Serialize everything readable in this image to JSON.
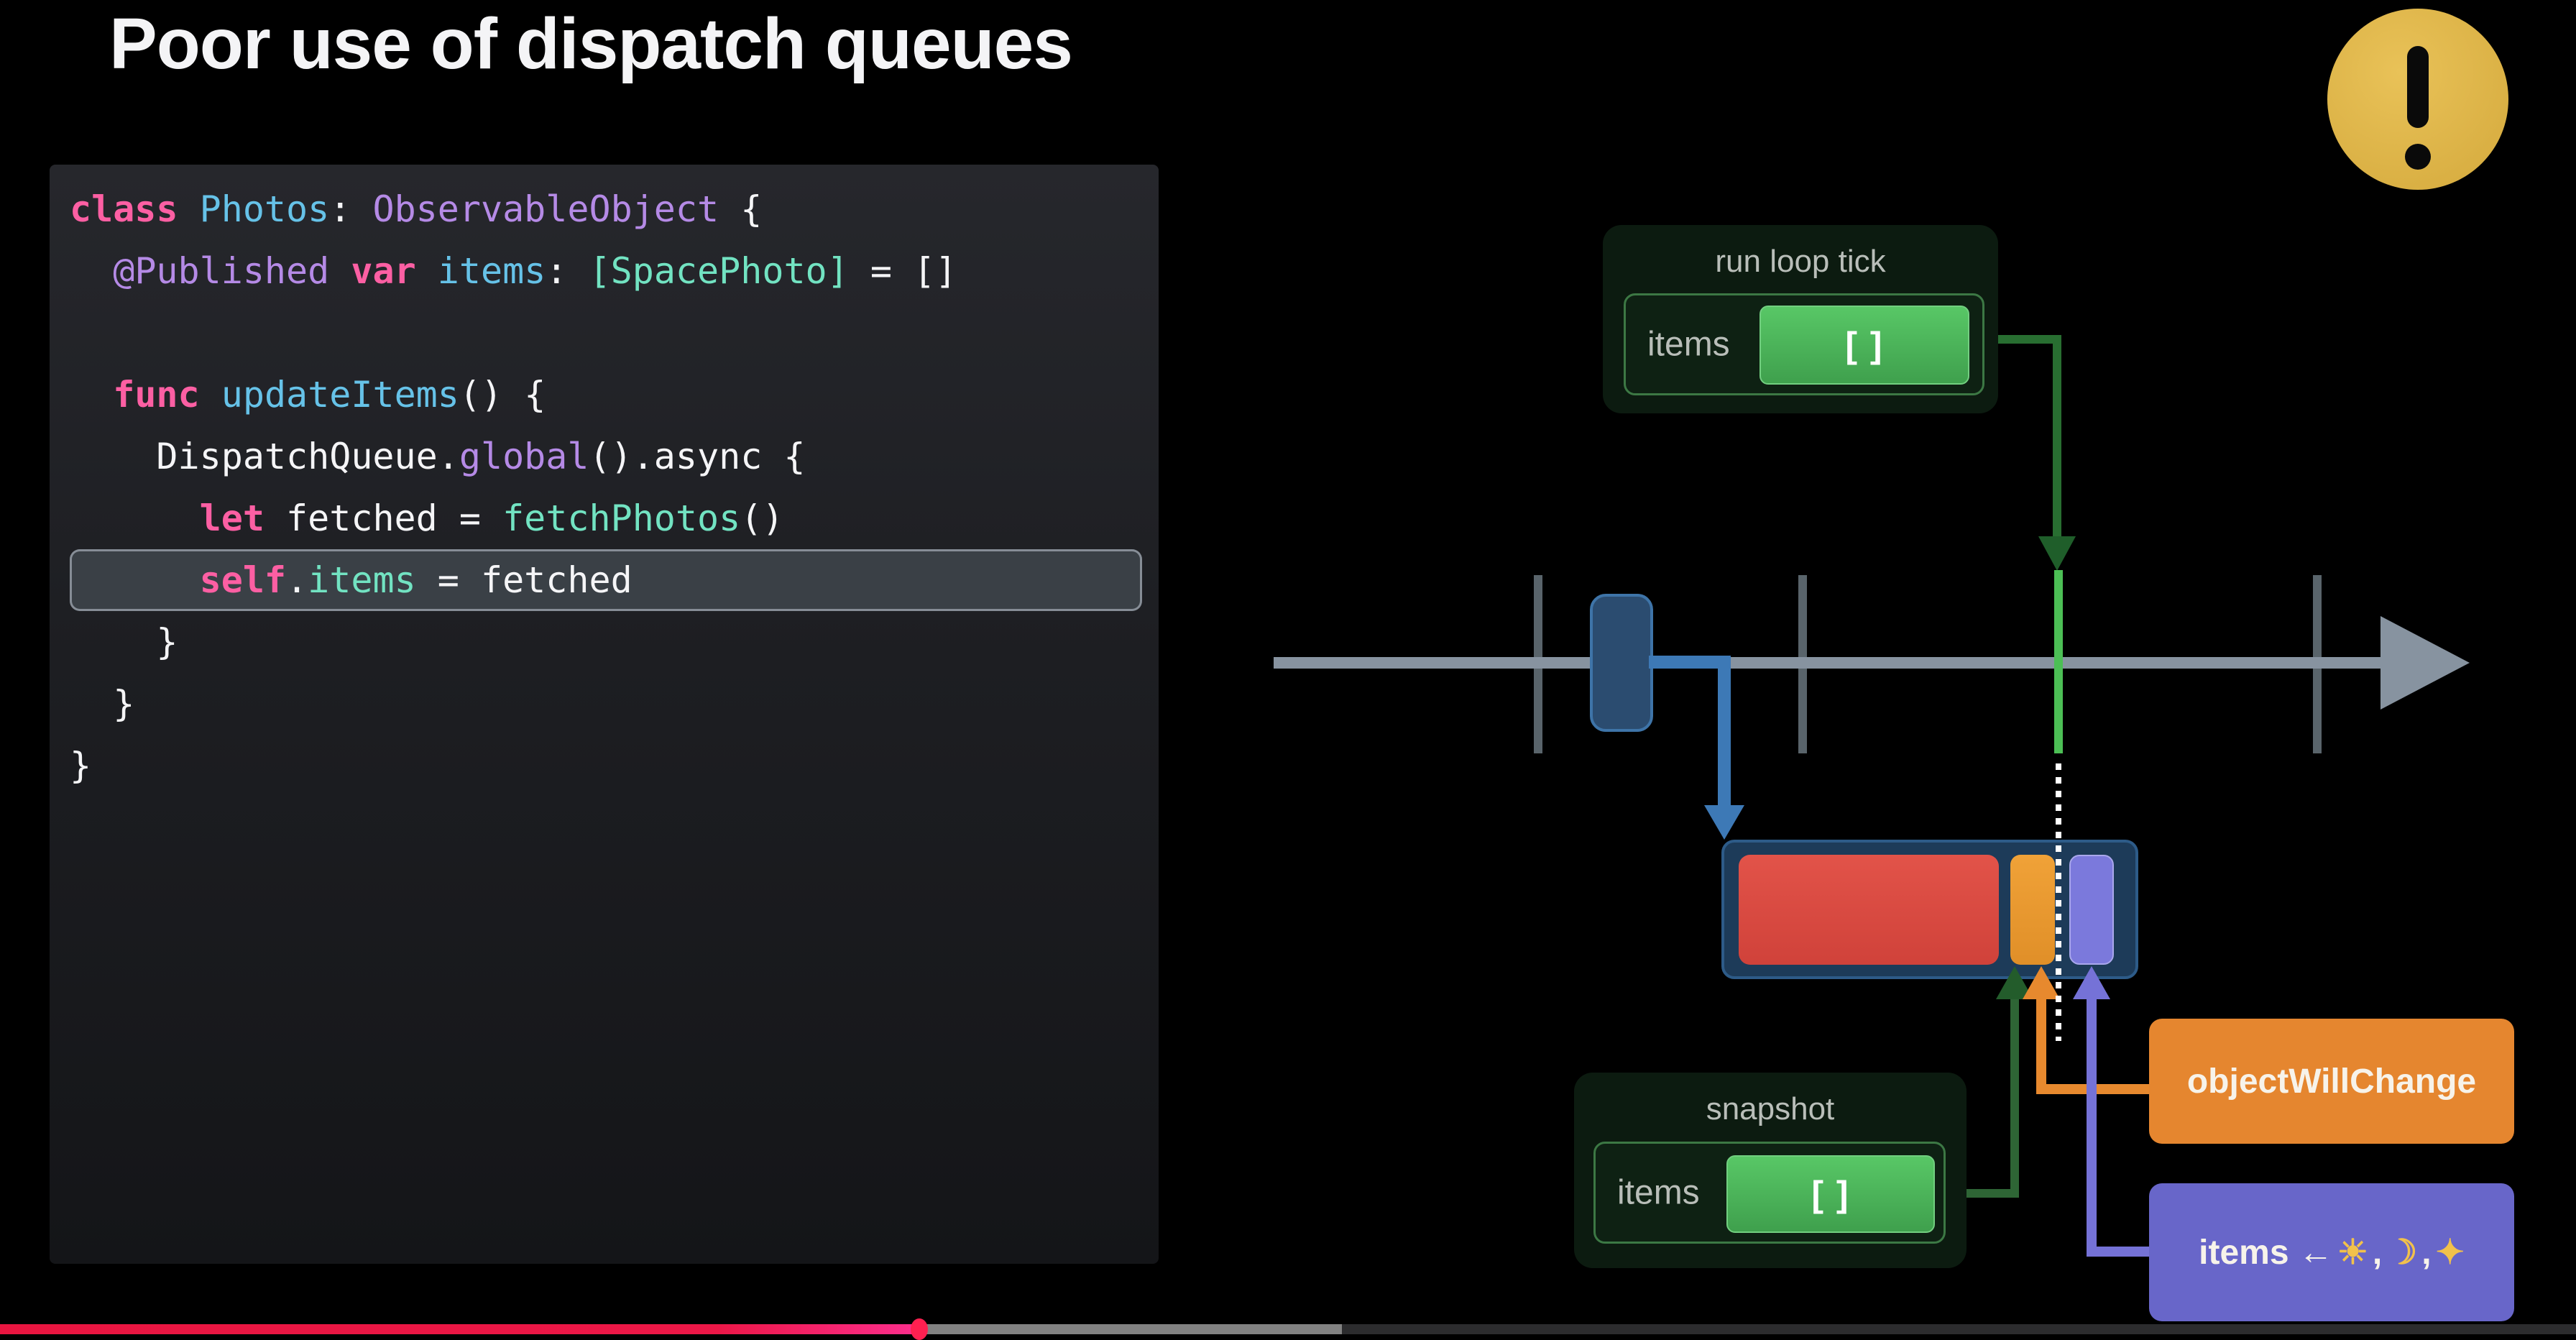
{
  "title": "Poor use of dispatch queues",
  "icons": {
    "warning": "exclamation-circle",
    "sun": "☀",
    "moon": "☽",
    "sparkles": "✦"
  },
  "code": {
    "highlight_line_index": 6,
    "lines": [
      {
        "tokens": [
          [
            "class",
            "kw"
          ],
          [
            " ",
            "pl"
          ],
          [
            "Photos",
            "ty"
          ],
          [
            ": ",
            "pl"
          ],
          [
            "ObservableObject",
            "pu"
          ],
          [
            " {",
            "pl"
          ]
        ]
      },
      {
        "tokens": [
          [
            "  ",
            "pl"
          ],
          [
            "@Published",
            "pu"
          ],
          [
            " ",
            "pl"
          ],
          [
            "var",
            "kw"
          ],
          [
            " ",
            "pl"
          ],
          [
            "items",
            "ty"
          ],
          [
            ": ",
            "pl"
          ],
          [
            "[SpacePhoto]",
            "mi"
          ],
          [
            " = []",
            "pl"
          ]
        ]
      },
      {
        "tokens": []
      },
      {
        "tokens": [
          [
            "  ",
            "pl"
          ],
          [
            "func",
            "kw"
          ],
          [
            " ",
            "pl"
          ],
          [
            "updateItems",
            "ty"
          ],
          [
            "() {",
            "pl"
          ]
        ]
      },
      {
        "tokens": [
          [
            "    DispatchQueue.",
            "pl"
          ],
          [
            "global",
            "pu"
          ],
          [
            "().async {",
            "pl"
          ]
        ]
      },
      {
        "tokens": [
          [
            "      ",
            "pl"
          ],
          [
            "let",
            "kw"
          ],
          [
            " fetched = ",
            "pl"
          ],
          [
            "fetchPhotos",
            "mi"
          ],
          [
            "()",
            "pl"
          ]
        ]
      },
      {
        "tokens": [
          [
            "      ",
            "pl"
          ],
          [
            "self",
            "kw"
          ],
          [
            ".",
            "pl"
          ],
          [
            "items",
            "mi"
          ],
          [
            " = fetched",
            "pl"
          ]
        ]
      },
      {
        "tokens": [
          [
            "    }",
            "pl"
          ]
        ]
      },
      {
        "tokens": [
          [
            "  }",
            "pl"
          ]
        ]
      },
      {
        "tokens": [
          [
            "}",
            "pl"
          ]
        ]
      }
    ]
  },
  "diagram": {
    "run_loop_tick": {
      "label": "run loop tick",
      "field_label": "items",
      "value": "[ ]"
    },
    "snapshot": {
      "label": "snapshot",
      "field_label": "items",
      "value": "[ ]"
    },
    "object_will_change_label": "objectWillChange",
    "items_assignment": {
      "prefix": "items ←",
      "separator": ",",
      "sun": "☀",
      "moon": "☽",
      "sparkles": "✦"
    }
  },
  "player": {
    "played_percent": 35.7,
    "buffered_percent": 52.1
  },
  "palette": {
    "keyword_pink": "#fc5fa3",
    "type_cyan": "#66c2e8",
    "attribute_purple": "#b58ae6",
    "mint_green": "#72e3c2",
    "timeline_gray": "#8793a0",
    "run_loop_green": "#4cbf55",
    "dispatch_blue": "#3d79b6",
    "queue_red": "#dc4b42",
    "queue_orange": "#e9982f",
    "queue_purple": "#7b79dc",
    "object_will_change_orange": "#e5862f",
    "items_box_purple": "#6866c9",
    "warning_yellow": "#e0b84e",
    "progress_red": "#ee1547"
  }
}
